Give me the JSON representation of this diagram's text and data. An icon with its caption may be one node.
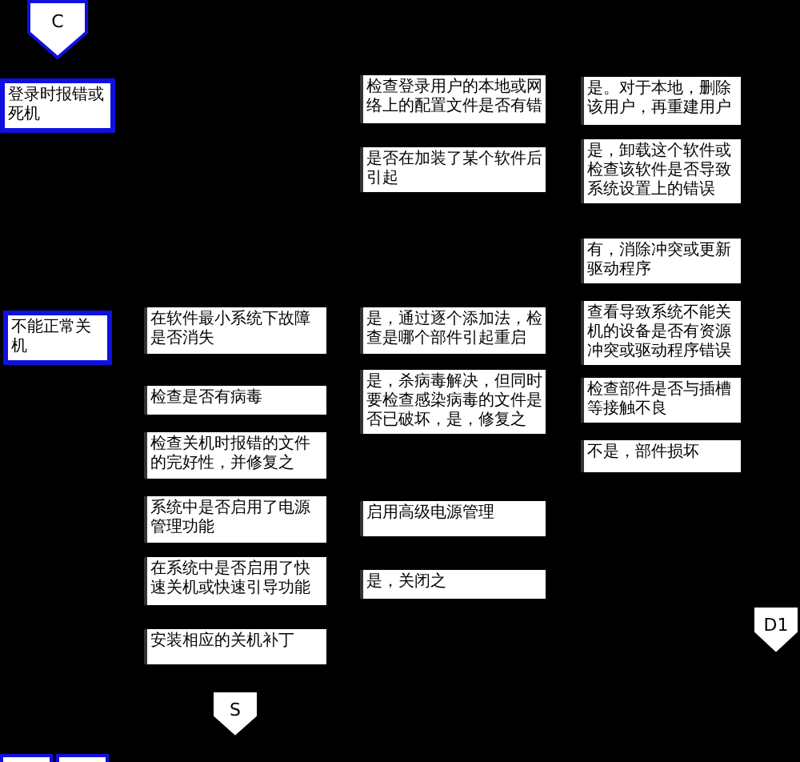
{
  "diagram": {
    "nodes": [
      {
        "text": [
          "C"
        ]
      },
      {
        "text": [
          "登录时报错或死机"
        ]
      },
      {
        "text": [
          "检查登录用户的本地或网络上的配置文件是否有错"
        ]
      },
      {
        "text": [
          "是。对于本地，删除该用户，再重建用户"
        ]
      },
      {
        "text": [
          "是否在加装了某个软件后引起"
        ]
      },
      {
        "text": [
          "是，卸载这个软件或检查该软件是否导致系统设置上的错误"
        ]
      },
      {
        "text": [
          "有，消除冲突或更新驱动程序"
        ]
      },
      {
        "text": [
          "不能正常关机"
        ]
      },
      {
        "text": [
          "在软件最小系统下故障是否消失"
        ]
      },
      {
        "text": [
          "是，通过逐个添加法，检查是哪个部件引起重启"
        ]
      },
      {
        "text": [
          "查看导致系统不能关机的设备是否有资源冲突或驱动程序错误"
        ]
      },
      {
        "text": [
          "检查是否有病毒"
        ]
      },
      {
        "text": [
          "是，杀病毒解决，但同时要检查感染病毒的文件是否已破坏，是，修复之"
        ]
      },
      {
        "text": [
          "检查部件是否与插槽等接触不良"
        ]
      },
      {
        "text": [
          "检查关机时报错的文件的完好性，并修复之"
        ]
      },
      {
        "text": [
          "不是，部件损坏"
        ]
      },
      {
        "text": [
          "系统中是否启用了电源管理功能"
        ]
      },
      {
        "text": [
          "启用高级电源管理"
        ]
      },
      {
        "text": [
          "在系统中是否启用了快速关机或快速引导功能"
        ]
      },
      {
        "text": [
          "是，关闭之"
        ]
      },
      {
        "text": [
          "安装相应的关机补丁"
        ]
      },
      {
        "text": [
          "S"
        ]
      },
      {
        "text": [
          "D1"
        ]
      },
      {
        "text": [],
        "shape": "box"
      },
      {
        "text": [],
        "shape": "box"
      }
    ]
  }
}
